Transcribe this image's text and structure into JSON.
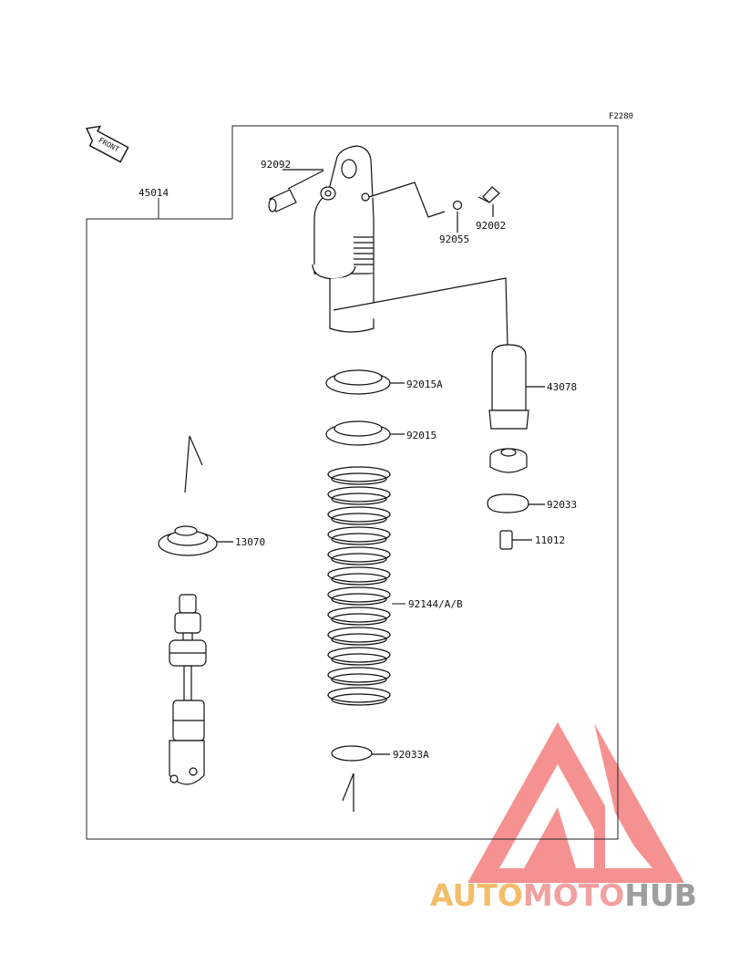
{
  "figure_code": "F2280",
  "front_arrow_text": "FRONT",
  "assembly_number": "45014",
  "parts": {
    "p92092": "92092",
    "p92055": "92055",
    "p92002": "92002",
    "p92015A": "92015A",
    "p43078": "43078",
    "p92015": "92015",
    "p92033": "92033",
    "p11012": "11012",
    "p13070": "13070",
    "p92144": "92144/A/B",
    "p92033A": "92033A"
  },
  "watermark": {
    "part1": "AUTO",
    "part2": "MOTO",
    "part3": "HUB",
    "color_logo": "#f26b6b",
    "color_auto": "#f4bd6a",
    "color_moto": "#f2a0a0",
    "color_hub": "#9e9e9e"
  }
}
